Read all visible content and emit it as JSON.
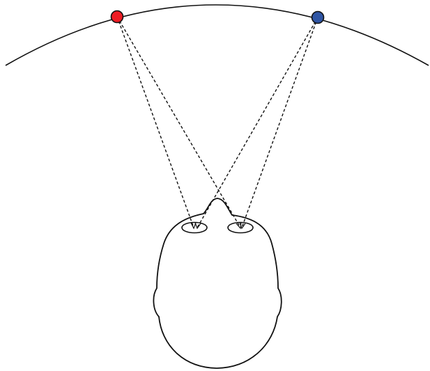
{
  "colors": {
    "background": "#ffffff",
    "stroke": "#111111",
    "left_source": "#ee1c24",
    "right_source": "#2f55a4"
  },
  "elements": {
    "arc": "horizon-arc",
    "sources": [
      "left-sound-source",
      "right-sound-source"
    ],
    "listener": "head-outline",
    "ears": [
      "left-ear",
      "right-ear"
    ],
    "paths": [
      "left-source-to-left-ear",
      "left-source-to-right-ear",
      "right-source-to-left-ear",
      "right-source-to-right-ear"
    ]
  }
}
